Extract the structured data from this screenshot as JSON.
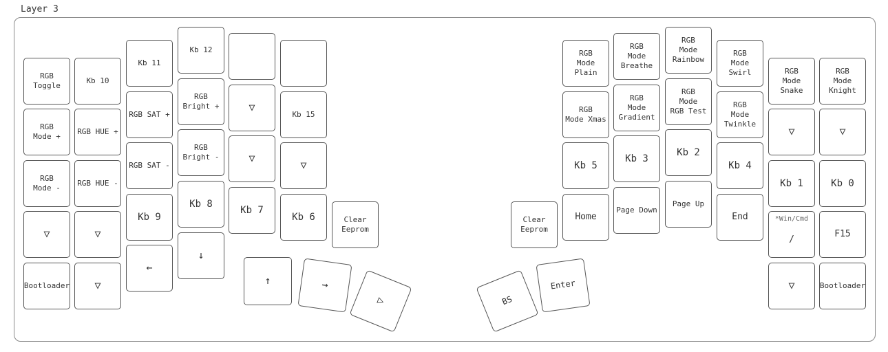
{
  "layer_title": "Layer 3",
  "keys": [
    {
      "label": "RGB\nToggle"
    },
    {
      "label": "Kb 10"
    },
    {
      "label": "Kb 11"
    },
    {
      "label": "Kb 12"
    },
    {
      "label": ""
    },
    {
      "label": ""
    },
    {
      "label": "RGB\nMode +"
    },
    {
      "label": "RGB HUE +"
    },
    {
      "label": "RGB SAT +"
    },
    {
      "label": "RGB\nBright +"
    },
    {
      "label": "▽"
    },
    {
      "label": "Kb 15"
    },
    {
      "label": "RGB\nMode -"
    },
    {
      "label": "RGB HUE -"
    },
    {
      "label": "RGB SAT -"
    },
    {
      "label": "RGB\nBright -"
    },
    {
      "label": "▽"
    },
    {
      "label": "▽"
    },
    {
      "label": "▽"
    },
    {
      "label": "▽"
    },
    {
      "label": "Kb 9"
    },
    {
      "label": "Kb 8"
    },
    {
      "label": "Kb 7"
    },
    {
      "label": "Kb 6"
    },
    {
      "label": "Bootloader"
    },
    {
      "label": "▽"
    },
    {
      "label": "←"
    },
    {
      "label": "↓"
    },
    {
      "label": "Clear\nEeprom"
    },
    {
      "label": "↑"
    },
    {
      "label": "→"
    },
    {
      "label": "▷"
    },
    {
      "label": "RGB\nMode\nPlain"
    },
    {
      "label": "RGB\nMode\nBreathe"
    },
    {
      "label": "RGB\nMode\nRainbow"
    },
    {
      "label": "RGB\nMode\nSwirl"
    },
    {
      "label": "RGB\nMode\nSnake"
    },
    {
      "label": "RGB\nMode\nKnight"
    },
    {
      "label": "RGB\nMode Xmas"
    },
    {
      "label": "RGB\nMode\nGradient"
    },
    {
      "label": "RGB\nMode\nRGB Test"
    },
    {
      "label": "RGB\nMode\nTwinkle"
    },
    {
      "label": "▽"
    },
    {
      "label": "▽"
    },
    {
      "label": "Kb 5"
    },
    {
      "label": "Kb 3"
    },
    {
      "label": "Kb 2"
    },
    {
      "label": "Kb 4"
    },
    {
      "label": "Kb 1"
    },
    {
      "label": "Kb 0"
    },
    {
      "label": "Home"
    },
    {
      "label": "Page Down"
    },
    {
      "label": "Page Up"
    },
    {
      "label": "End"
    },
    {
      "label": "/",
      "hold": "*Win/Cmd"
    },
    {
      "label": "F15"
    },
    {
      "label": "Clear\nEeprom"
    },
    {
      "label": "▽"
    },
    {
      "label": "Bootloader"
    },
    {
      "label": "BS"
    },
    {
      "label": "Enter"
    }
  ]
}
